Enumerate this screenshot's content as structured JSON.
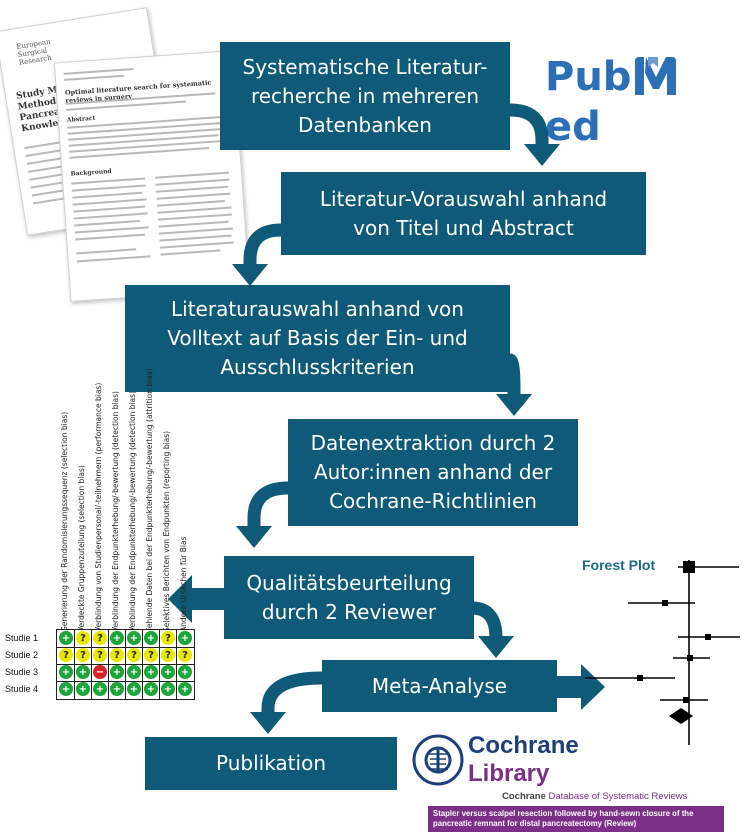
{
  "steps": [
    "Systematische Literatur-\nrecherche in mehreren\nDatenbanken",
    "Literatur-Vorauswahl anhand\nvon Titel und Abstract",
    "Literaturauswahl anhand von\nVolltext auf Basis der Ein- und\nAusschlusskriterien",
    "Datenextraktion durch 2\nAutor:innen anhand der\nCochrane-Richtlinien",
    "Qualitätsbeurteilung\ndurch 2 Reviewer",
    "Meta-Analyse",
    "Publikation"
  ],
  "pubmed": {
    "left": "Pub",
    "right": "ed"
  },
  "forest_plot": {
    "title": "Forest Plot"
  },
  "bias_table": {
    "columns": [
      "Generierung der Randomisierungssequenz (selection bias)",
      "Verdeckte Gruppenzuteilung (selection bias)",
      "Verblindung von Studienpersonal/-teilnehmern (performance bias)",
      "Verblindung der Endpunkterhebung/-bewertung (detection bias)",
      "Verblindung der Endpunkterhebung/-bewertung (detection bias)",
      "Fehlende Daten bei der Endpunkterhebung/-bewertung (attrition bias)",
      "Selektives Berichten von Endpunkten (reporting bias)",
      "Andere Ursachen für Bias"
    ],
    "rows": [
      {
        "label": "Studie 1",
        "cells": [
          "+",
          "?",
          "?",
          "+",
          "+",
          "+",
          "?",
          "+"
        ]
      },
      {
        "label": "Studie 2",
        "cells": [
          "?",
          "?",
          "?",
          "?",
          "?",
          "?",
          "?",
          "?"
        ]
      },
      {
        "label": "Studie 3",
        "cells": [
          "+",
          "+",
          "−",
          "+",
          "+",
          "+",
          "+",
          "+"
        ]
      },
      {
        "label": "Studie 4",
        "cells": [
          "+",
          "+",
          "+",
          "+",
          "+",
          "+",
          "+",
          "+"
        ]
      }
    ]
  },
  "cochrane": {
    "name": "Cochrane",
    "library": "Library",
    "db_brand": "Cochrane",
    "db_text": "Database of Systematic Reviews",
    "review_title": "Stapler versus scalpel resection followed by hand-sewn closure of the pancreatic remnant for distal pancreatectomy (Review)"
  },
  "papers": {
    "back_title": "Study Meth... Methodolo... Pancreatec... Knowledge...",
    "front_title": "Optimal literature search for systematic reviews in surgery",
    "front_section1": "Abstract",
    "front_section2": "Background",
    "logo_line1": "European",
    "logo_line2": "Surgical",
    "logo_line3": "Research"
  },
  "colors": {
    "box": "#0f5a78",
    "pubmed_blue": "#2d6fb7",
    "cochrane_purple": "#7b2f86"
  }
}
